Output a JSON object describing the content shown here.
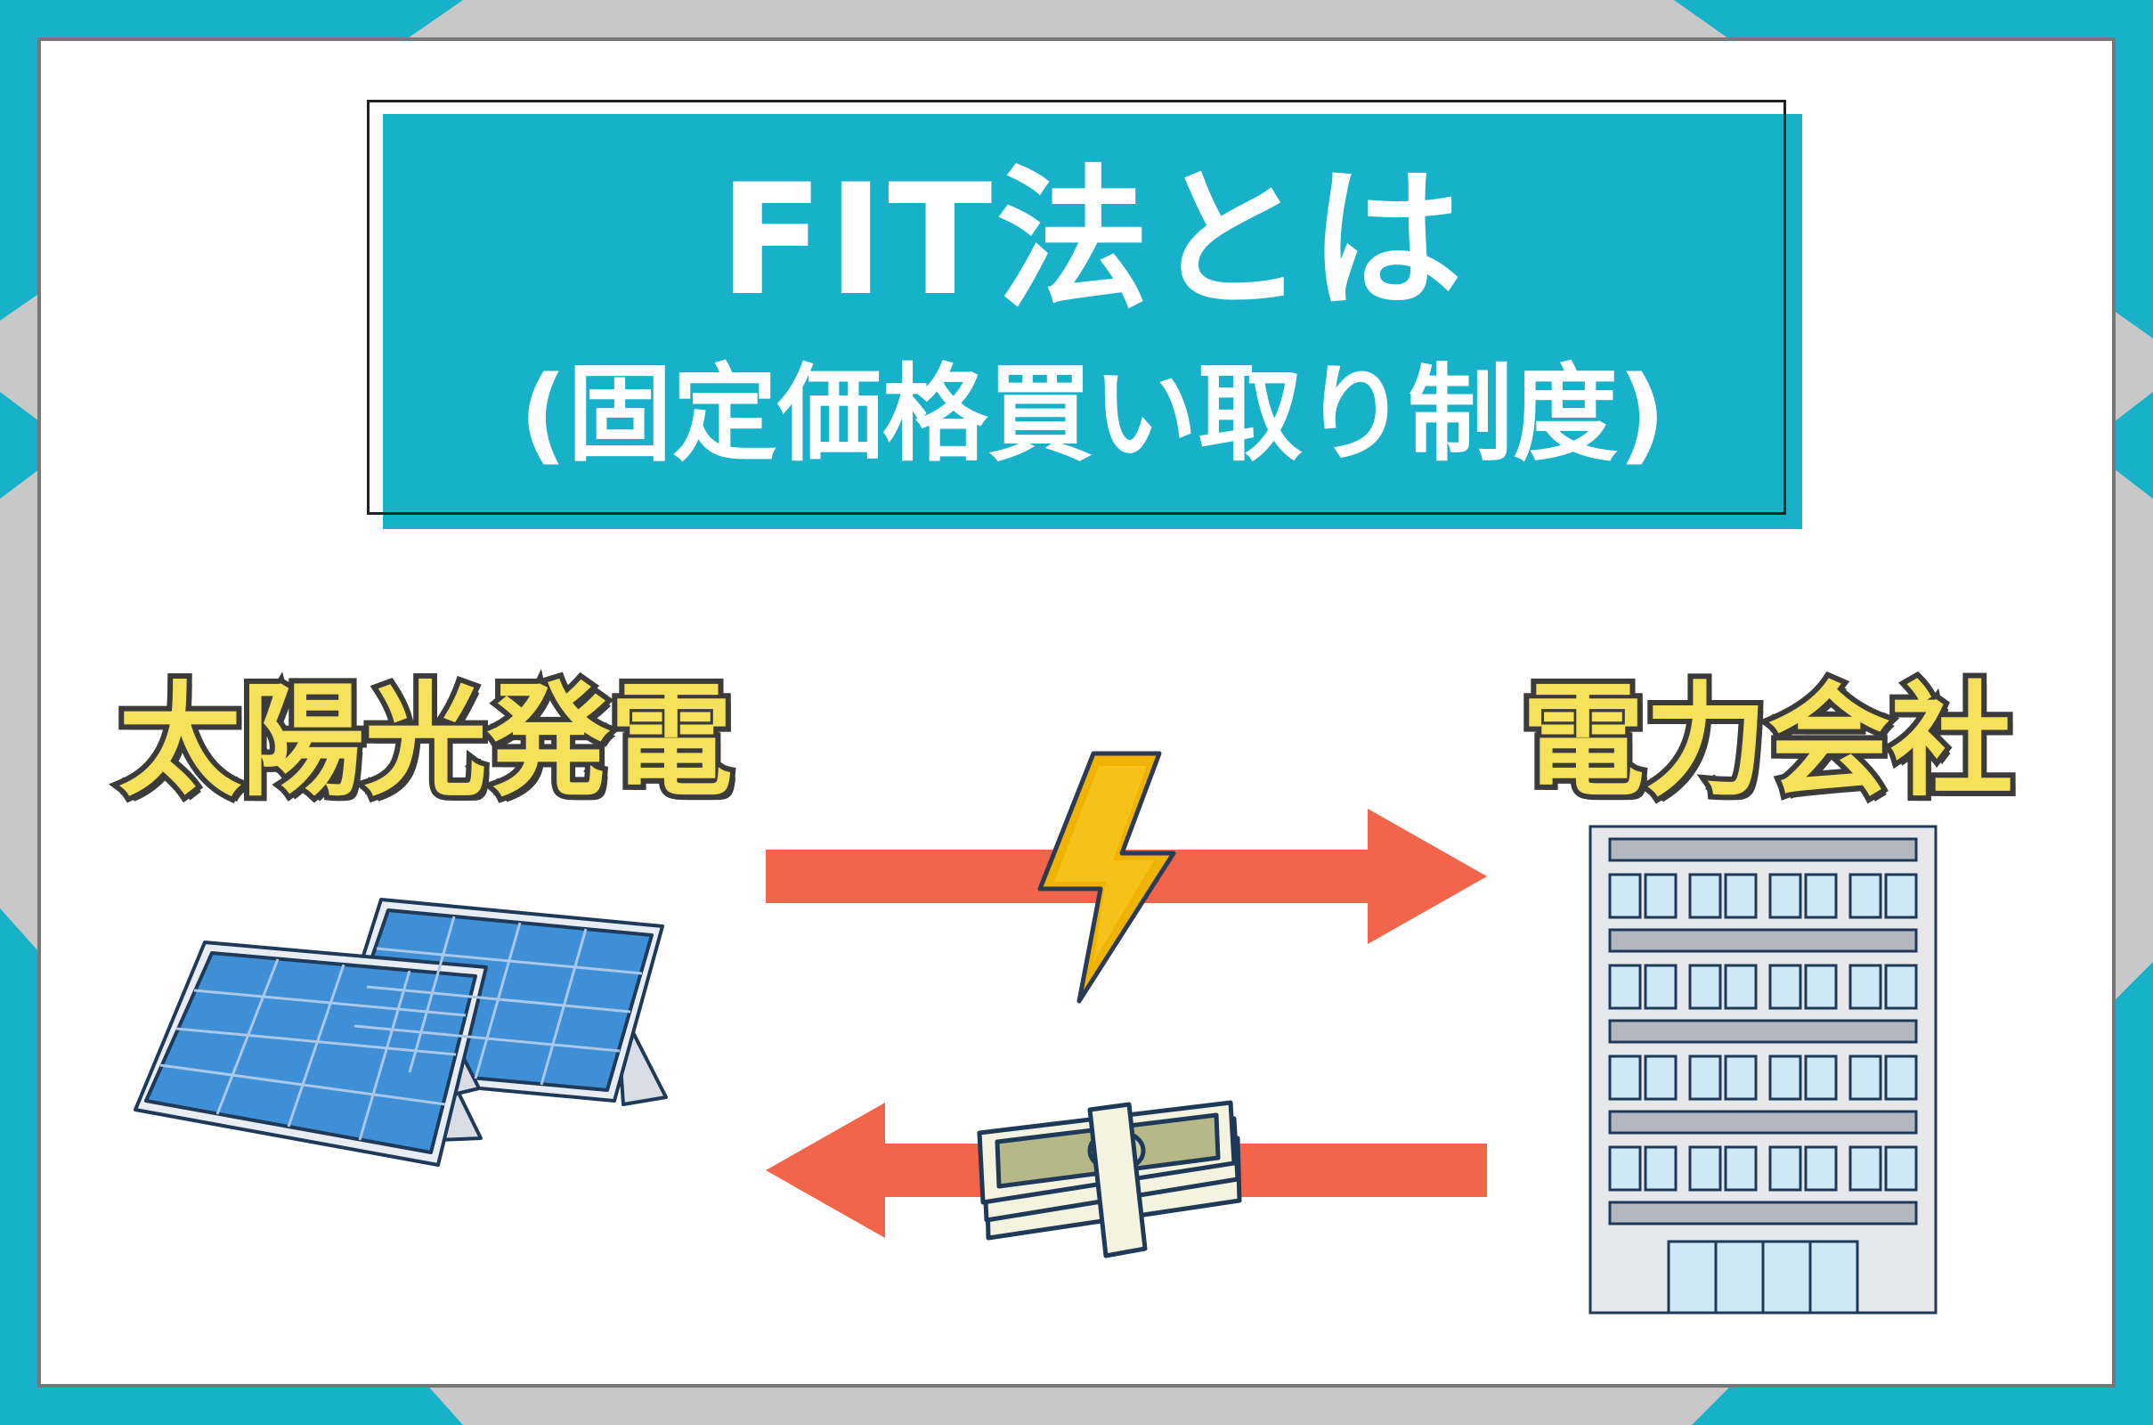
{
  "title": {
    "line1": "FIT法とは",
    "line2": "(固定価格買い取り制度)"
  },
  "labels": {
    "left": "太陽光発電",
    "right": "電力会社"
  },
  "icons": {
    "left_illustration": "solar-panels-icon",
    "right_illustration": "office-building-icon",
    "top_flow": "lightning-bolt-icon",
    "bottom_flow": "money-bundle-icon"
  },
  "colors": {
    "teal": "#17b1c9",
    "yellow_text": "#f6e15a",
    "arrow": "#f2654a",
    "bolt": "#f0b400",
    "panel_blue": "#3e8fd5",
    "building_window": "#cfe8f7"
  }
}
